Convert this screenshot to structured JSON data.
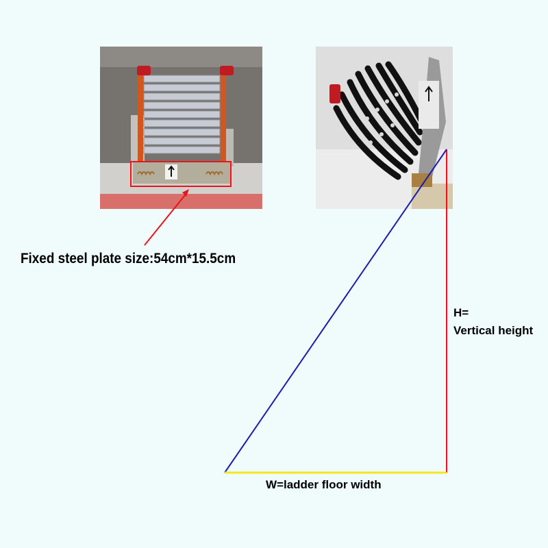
{
  "labels": {
    "plate_size": "Fixed steel plate size:54cm*15.5cm",
    "height_symbol": "H=",
    "height_desc": "Vertical height",
    "width": "W=ladder floor width"
  },
  "colors": {
    "background": "#f0fbfc",
    "plate_highlight": "#e8141e",
    "pointer_arrow": "#e8141e",
    "height_line": "#e8141e",
    "hypotenuse_line": "#1a1ab4",
    "width_line": "#f2e81e"
  }
}
